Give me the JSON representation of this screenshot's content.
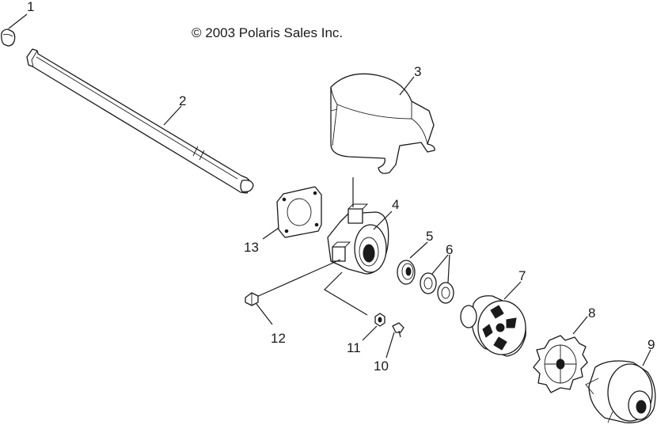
{
  "copyright": "© 2003 Polaris Sales Inc.",
  "callouts": [
    {
      "id": "1",
      "label": "1"
    },
    {
      "id": "2",
      "label": "2"
    },
    {
      "id": "3",
      "label": "3"
    },
    {
      "id": "4",
      "label": "4"
    },
    {
      "id": "5",
      "label": "5"
    },
    {
      "id": "6",
      "label": "6"
    },
    {
      "id": "7",
      "label": "7"
    },
    {
      "id": "8",
      "label": "8"
    },
    {
      "id": "9",
      "label": "9"
    },
    {
      "id": "10",
      "label": "10"
    },
    {
      "id": "11",
      "label": "11"
    },
    {
      "id": "12",
      "label": "12"
    },
    {
      "id": "13",
      "label": "13"
    }
  ]
}
